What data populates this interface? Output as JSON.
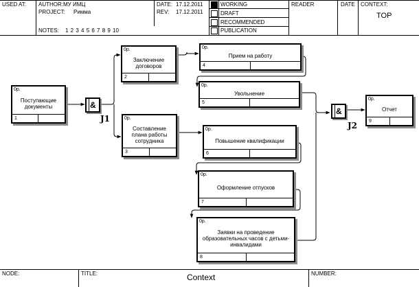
{
  "header": {
    "used_at_label": "USED AT:",
    "author_label": "AUTHOR:",
    "author_value": "МУ ИМЦ",
    "project_label": "PROJECT:",
    "project_value": "Римма",
    "date_label": "DATE:",
    "date_value": "17.12.2011",
    "rev_label": "REV:",
    "rev_value": "17.12.2011",
    "notes_label": "NOTES:",
    "notes_numbers": "1  2  3  4  5  6  7  8  9  10",
    "status": [
      "WORKING",
      "DRAFT",
      "RECOMMENDED",
      "PUBLICATION"
    ],
    "reader_label": "READER",
    "reader_date_label": "DATE",
    "context_label": "CONTEXT:",
    "context_value": "TOP"
  },
  "diagram": {
    "boxes": [
      {
        "num": "1",
        "cost": "0р.",
        "label": "Поступающие документы"
      },
      {
        "num": "2",
        "cost": "0р.",
        "label": "Заключение договоров"
      },
      {
        "num": "3",
        "cost": "0р.",
        "label": "Составление плана работы сотрудника"
      },
      {
        "num": "4",
        "cost": "0р.",
        "label": "Прием на работу"
      },
      {
        "num": "5",
        "cost": "0р.",
        "label": "Увольнение"
      },
      {
        "num": "6",
        "cost": "0р.",
        "label": "Повышение квалификации"
      },
      {
        "num": "7",
        "cost": "0р.",
        "label": "Оформление отпусков"
      },
      {
        "num": "8",
        "cost": "0р.",
        "label": "Заявки на проведение образовательных часов с детьми-инвалидами"
      },
      {
        "num": "9",
        "cost": "0р.",
        "label": "Отчет"
      }
    ],
    "junctions": [
      {
        "symbol": "&",
        "label": "J1"
      },
      {
        "symbol": "&",
        "label": "J2"
      }
    ]
  },
  "footer": {
    "node_label": "NODE:",
    "node_value": "",
    "title_label": "TITLE:",
    "title_value": "Context",
    "number_label": "NUMBER:",
    "number_value": ""
  }
}
